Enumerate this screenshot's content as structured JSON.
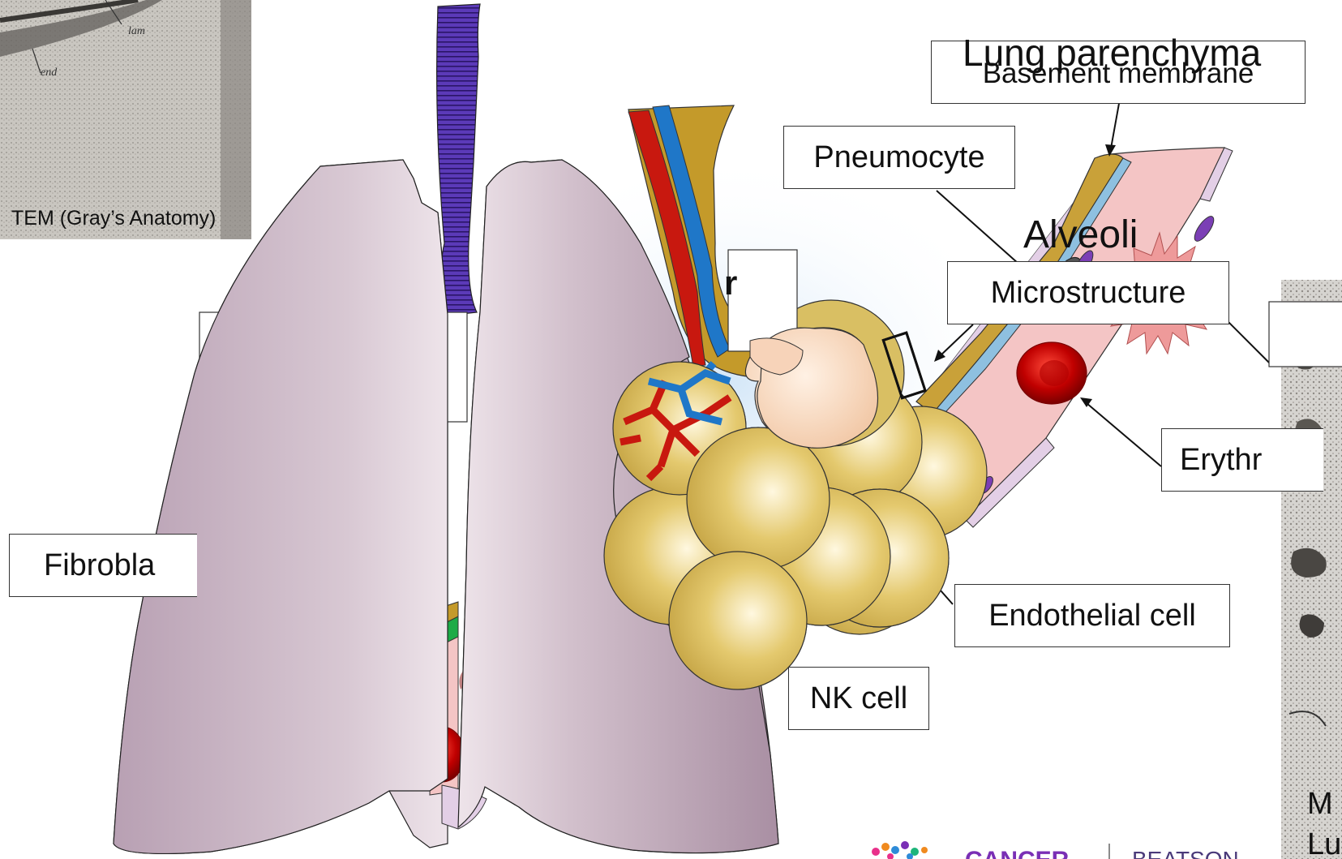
{
  "images": {
    "tem_caption": "TEM (Gray’s Anatomy)",
    "tem_labels": [
      "lam",
      "end"
    ]
  },
  "labels": {
    "lung_parenchyma": "Lung parenchyma",
    "basement_membrane": "Basement membrane",
    "pneumocyte": "Pneumocyte",
    "alveoli": "Alveoli",
    "microstructure": "Microstructure",
    "erythrocyte_partial": "Erythr",
    "endothelial_cell": "Endothelial cell",
    "nk_cell": "NK cell",
    "fibroblast_partial": "Fibrobla",
    "partial_r": "r",
    "micrograph_partial": "M",
    "micrograph_partial2": "Lu"
  },
  "logos": {
    "cancer": "CANCER",
    "beatson": "BEATSON"
  },
  "colors": {
    "lung": "#c9b6c4",
    "trachea": "#4b2a9e",
    "alveolus": "#d9bf63",
    "vessel_red": "#c8180f",
    "vessel_blue": "#1f77c8",
    "bronchiole": "#c49a2a",
    "capillary_bg": "#f3c2c2",
    "erythrocyte": "#c00000"
  }
}
